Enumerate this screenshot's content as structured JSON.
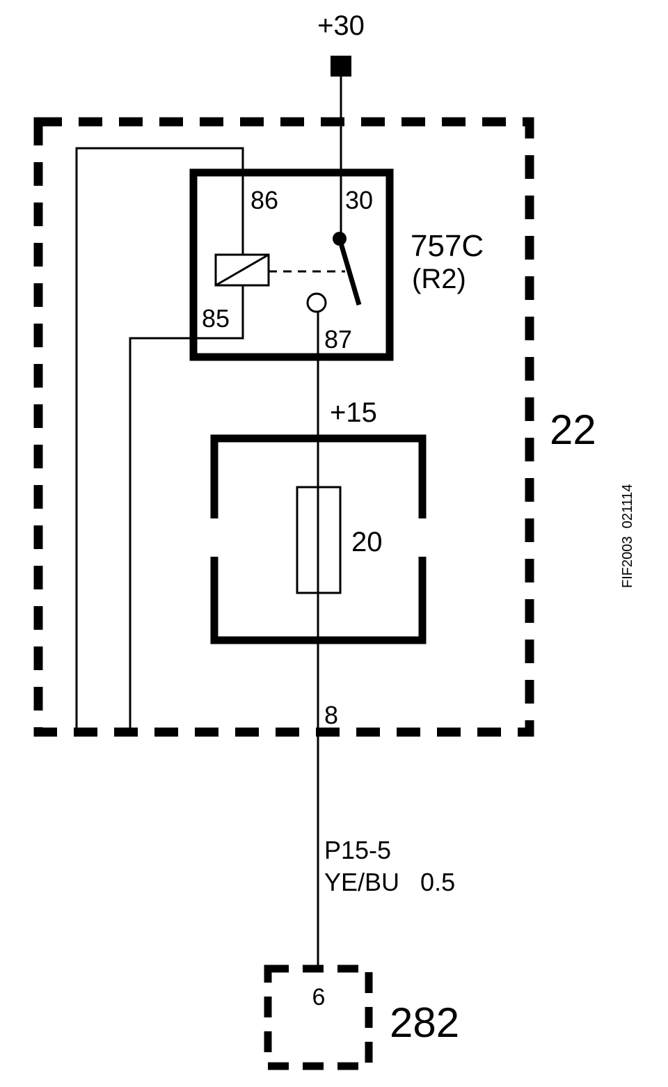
{
  "supply": {
    "label": "+30"
  },
  "module": {
    "label": "22"
  },
  "relay": {
    "name": "757C",
    "code": "(R2)",
    "pin_86": "86",
    "pin_85": "85",
    "pin_30": "30",
    "pin_87": "87"
  },
  "fuse_block": {
    "label": "+15",
    "fuse_label": "20"
  },
  "module_pin": {
    "label": "8"
  },
  "wire": {
    "circuit": "P15-5",
    "color_size": "YE/BU   0.5"
  },
  "connector": {
    "label": "282",
    "pin": "6"
  },
  "figure_id": "FIF2003  021114"
}
